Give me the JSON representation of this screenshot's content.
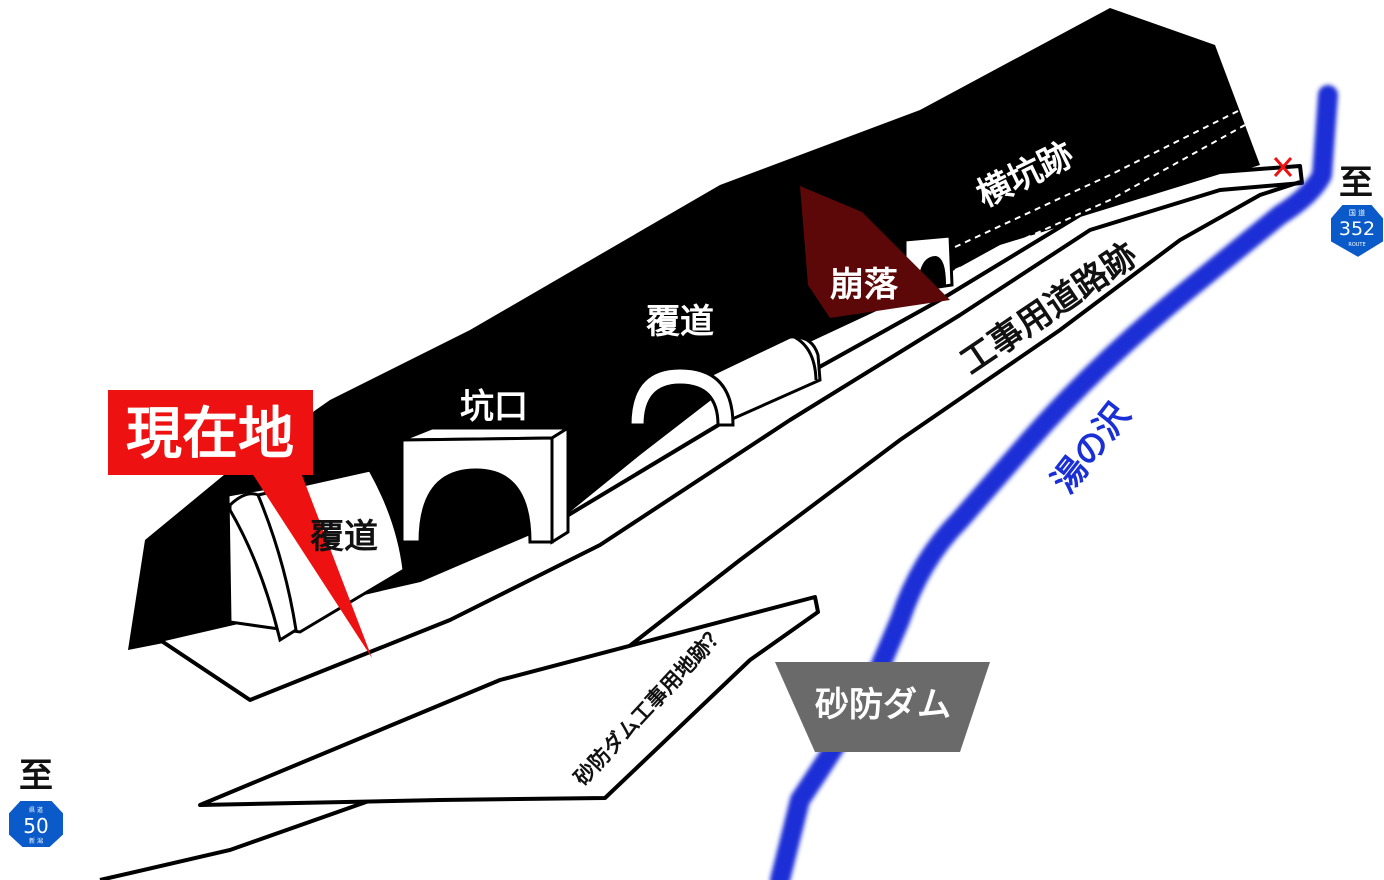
{
  "labels": {
    "current_location": "現在地",
    "tunnel_entrance": "坑口",
    "covered_way_upper": "覆道",
    "covered_way_lower": "覆道",
    "collapse": "崩落",
    "side_shaft_ruins": "横坑跡",
    "construction_road_ruins": "工事用道路跡",
    "stream": "湯の沢",
    "sabo_dam": "砂防ダム",
    "sabo_dam_site_ruins": "砂防ダム工事用地跡？",
    "to_left": "至",
    "to_right": "至"
  },
  "route_signs": {
    "right": {
      "number": "352",
      "top_text": "国 道",
      "bottom_text": "ROUTE"
    },
    "left": {
      "number": "50",
      "top_text": "県 道",
      "bottom_text": "新 潟"
    }
  },
  "colors": {
    "current_location_red": "#ee1111",
    "collapse_brown": "#5c0808",
    "stream_blue": "#1a2fd6",
    "dam_gray": "#6a6a6a",
    "route_sign_blue": "#0a5bc9",
    "mountain_black": "#000000"
  }
}
